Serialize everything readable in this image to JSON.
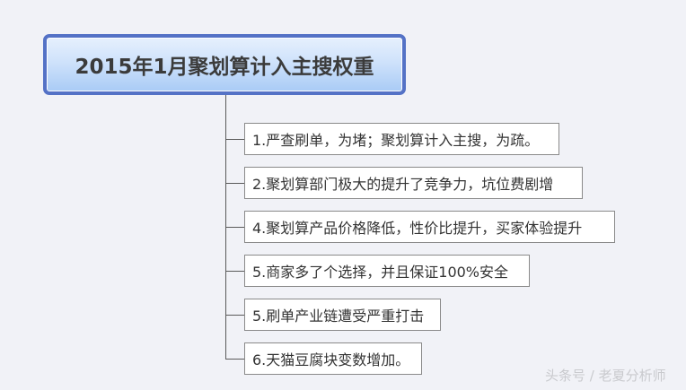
{
  "root": {
    "label": "2015年1月聚划算计入主搜权重",
    "colors": {
      "border": "#5472c6",
      "fill_top": "#e6f0fd",
      "fill_bottom": "#a9cbf5",
      "text": "#3b3b3b"
    }
  },
  "children": [
    {
      "label": "1.严查刷单，为堵；聚划算计入主搜，为疏。"
    },
    {
      "label": "2.聚划算部门极大的提升了竞争力，坑位费剧增"
    },
    {
      "label": "4.聚划算产品价格降低，性价比提升，买家体验提升"
    },
    {
      "label": "5.商家多了个选择，并且保证100%安全"
    },
    {
      "label": "5.刷单产业链遭受严重打击"
    },
    {
      "label": "6.天猫豆腐块变数增加。"
    }
  ],
  "watermark": {
    "text": "头条号 / 老夏分析师"
  },
  "colors": {
    "background": "#f1f2f7",
    "connector": "#5a5a5a",
    "child_border": "#8a8a8a"
  }
}
